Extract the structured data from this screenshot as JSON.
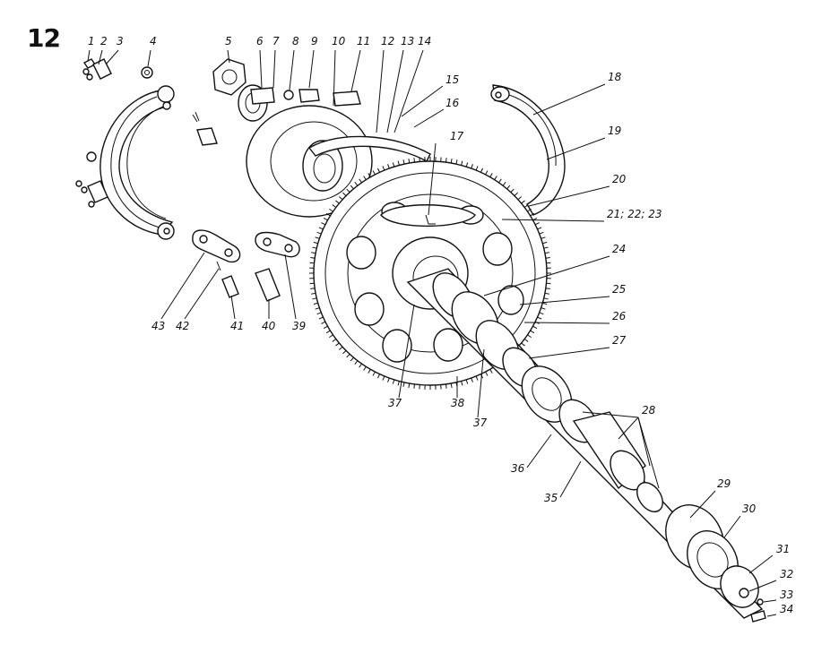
{
  "figure_number": "12",
  "callouts": [
    {
      "id": "c1",
      "text": "1"
    },
    {
      "id": "c2",
      "text": "2"
    },
    {
      "id": "c3",
      "text": "3"
    },
    {
      "id": "c4",
      "text": "4"
    },
    {
      "id": "c5",
      "text": "5"
    },
    {
      "id": "c6",
      "text": "6"
    },
    {
      "id": "c7",
      "text": "7"
    },
    {
      "id": "c8",
      "text": "8"
    },
    {
      "id": "c9",
      "text": "9"
    },
    {
      "id": "c10",
      "text": "10"
    },
    {
      "id": "c11",
      "text": "11"
    },
    {
      "id": "c12",
      "text": "12"
    },
    {
      "id": "c13",
      "text": "13"
    },
    {
      "id": "c14",
      "text": "14"
    },
    {
      "id": "c15",
      "text": "15"
    },
    {
      "id": "c16",
      "text": "16"
    },
    {
      "id": "c17",
      "text": "17"
    },
    {
      "id": "c18",
      "text": "18"
    },
    {
      "id": "c19",
      "text": "19"
    },
    {
      "id": "c20",
      "text": "20"
    },
    {
      "id": "c21",
      "text": "21; 22; 23"
    },
    {
      "id": "c24",
      "text": "24"
    },
    {
      "id": "c25",
      "text": "25"
    },
    {
      "id": "c26",
      "text": "26"
    },
    {
      "id": "c27",
      "text": "27"
    },
    {
      "id": "c28",
      "text": "28"
    },
    {
      "id": "c29",
      "text": "29"
    },
    {
      "id": "c30",
      "text": "30"
    },
    {
      "id": "c31",
      "text": "31"
    },
    {
      "id": "c32",
      "text": "32"
    },
    {
      "id": "c33",
      "text": "33"
    },
    {
      "id": "c34",
      "text": "34"
    },
    {
      "id": "c35",
      "text": "35"
    },
    {
      "id": "c36",
      "text": "36"
    },
    {
      "id": "c37a",
      "text": "37"
    },
    {
      "id": "c37b",
      "text": "37"
    },
    {
      "id": "c38",
      "text": "38"
    },
    {
      "id": "c39",
      "text": "39"
    },
    {
      "id": "c40",
      "text": "40"
    },
    {
      "id": "c41",
      "text": "41"
    },
    {
      "id": "c42",
      "text": "42"
    },
    {
      "id": "c43",
      "text": "43"
    }
  ]
}
